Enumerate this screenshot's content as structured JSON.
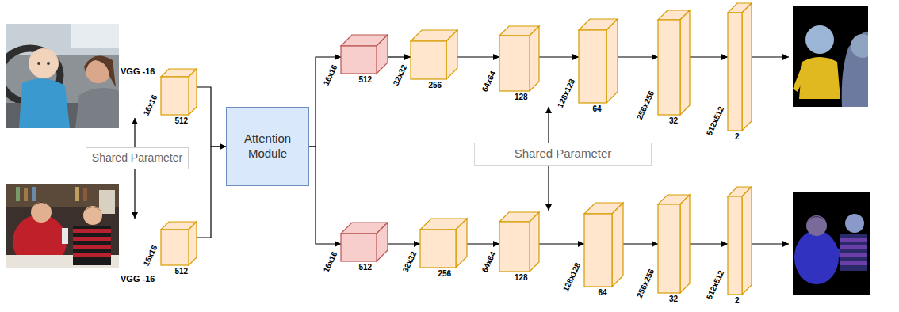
{
  "diagram": {
    "nodes": [
      {
        "text": [
          "16x16",
          "512"
        ]
      },
      {
        "text": [
          "Shared Parameter"
        ]
      },
      {
        "text": [
          "16x16",
          "512"
        ]
      },
      {
        "text": [
          "Attention Module"
        ]
      },
      {
        "text": [
          "16x16",
          "512"
        ]
      },
      {
        "text": [
          "32x32",
          "256"
        ]
      },
      {
        "text": [
          "64x64",
          "128"
        ]
      },
      {
        "text": [
          "128x128",
          "64"
        ]
      },
      {
        "text": [
          "256x256",
          "32"
        ]
      },
      {
        "text": [
          "512x512",
          "2"
        ]
      },
      {
        "text": [
          "Shared Parameter"
        ]
      },
      {
        "text": [
          "16x16",
          "512"
        ]
      },
      {
        "text": [
          "32x32",
          "256"
        ]
      },
      {
        "text": [
          "64x64",
          "128"
        ]
      },
      {
        "text": [
          "128x128",
          "64"
        ]
      },
      {
        "text": [
          "256x256",
          "32"
        ]
      },
      {
        "text": [
          "512x512",
          "2"
        ]
      }
    ],
    "edges": [
      {
        "from": 1,
        "to": 0,
        "arrow": "to"
      },
      {
        "from": 1,
        "to": 2,
        "arrow": "to"
      },
      {
        "from": 0,
        "to": 3,
        "arrow": "to"
      },
      {
        "from": 2,
        "to": 3,
        "arrow": "to"
      },
      {
        "from": 3,
        "to": 4,
        "arrow": "to"
      },
      {
        "from": 3,
        "to": 11,
        "arrow": "to"
      },
      {
        "from": 4,
        "to": 5,
        "arrow": "to"
      },
      {
        "from": 5,
        "to": 6,
        "arrow": "to"
      },
      {
        "from": 6,
        "to": 7,
        "arrow": "to"
      },
      {
        "from": 7,
        "to": 8,
        "arrow": "to"
      },
      {
        "from": 8,
        "to": 9,
        "arrow": "to"
      },
      {
        "from": 11,
        "to": 12,
        "arrow": "to"
      },
      {
        "from": 12,
        "to": 13,
        "arrow": "to"
      },
      {
        "from": 13,
        "to": 14,
        "arrow": "to"
      },
      {
        "from": 14,
        "to": 15,
        "arrow": "to"
      },
      {
        "from": 15,
        "to": 16,
        "arrow": "to"
      }
    ],
    "labels": [
      "VGG -16",
      "VGG -16"
    ]
  }
}
